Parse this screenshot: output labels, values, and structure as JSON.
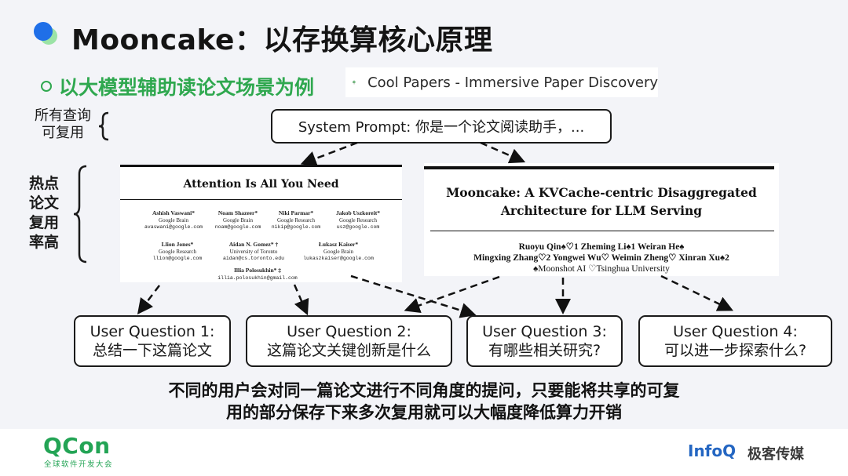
{
  "header": {
    "title": "Mooncake：以存换算核心原理",
    "subtitle": "以大模型辅助读论文场景为例",
    "icon": "blue-green-dot-icon"
  },
  "coolpapers": {
    "text": "Cool Papers - Immersive Paper Discovery",
    "icon": "tree-logo-icon"
  },
  "labels": {
    "reuse_line1": "所有查询",
    "reuse_line2": "可复用",
    "hot_line1": "热点",
    "hot_line2": "论文",
    "hot_line3": "复用",
    "hot_line4": "率高"
  },
  "system_prompt": "System Prompt: 你是一个论文阅读助手，...",
  "paper1": {
    "title": "Attention Is All You Need",
    "authors": [
      {
        "name": "Ashish Vaswani*",
        "affil": "Google Brain",
        "email": "avaswani@google.com"
      },
      {
        "name": "Noam Shazeer*",
        "affil": "Google Brain",
        "email": "noam@google.com"
      },
      {
        "name": "Niki Parmar*",
        "affil": "Google Research",
        "email": "nikip@google.com"
      },
      {
        "name": "Jakob Uszkoreit*",
        "affil": "Google Research",
        "email": "usz@google.com"
      },
      {
        "name": "Llion Jones*",
        "affil": "Google Research",
        "email": "llion@google.com"
      },
      {
        "name": "Aidan N. Gomez* †",
        "affil": "University of Toronto",
        "email": "aidan@cs.toronto.edu"
      },
      {
        "name": "Łukasz Kaiser*",
        "affil": "Google Brain",
        "email": "lukaszkaiser@google.com"
      },
      {
        "name": "Illia Polosukhin* ‡",
        "affil": "",
        "email": "illia.polosukhin@gmail.com"
      }
    ]
  },
  "paper2": {
    "title_line1": "Mooncake: A KVCache-centric Disaggregated",
    "title_line2": "Architecture for LLM Serving",
    "authors_line1": "Ruoyu Qin♠♡1    Zheming Li♠1    Weiran He♠",
    "authors_line2": "Mingxing Zhang♡2    Yongwei Wu♡    Weimin Zheng♡    Xinran Xu♠2",
    "affiliations": "♠Moonshot AI   ♡Tsinghua University"
  },
  "questions": [
    {
      "line1": "User Question 1:",
      "line2": "总结一下这篇论文"
    },
    {
      "line1": "User Question 2:",
      "line2": "这篇论文关键创新是什么"
    },
    {
      "line1": "User Question 3:",
      "line2": "有哪些相关研究?"
    },
    {
      "line1": "User Question 4:",
      "line2": "可以进一步探索什么?"
    }
  ],
  "bottom": {
    "line1": "不同的用户会对同一篇论文进行不同角度的提问，只要能将共享的可复",
    "line2": "用的部分保存下来多次复用就可以大幅度降低算力开销"
  },
  "footer": {
    "qcon": "QCon",
    "qcon_sub": "全球软件开发大会",
    "infoq": "InfoQ",
    "jike": "极客传媒"
  },
  "colors": {
    "accent_green": "#2fa84f",
    "qcon_green": "#23a455",
    "infoq_blue": "#2466c2"
  }
}
